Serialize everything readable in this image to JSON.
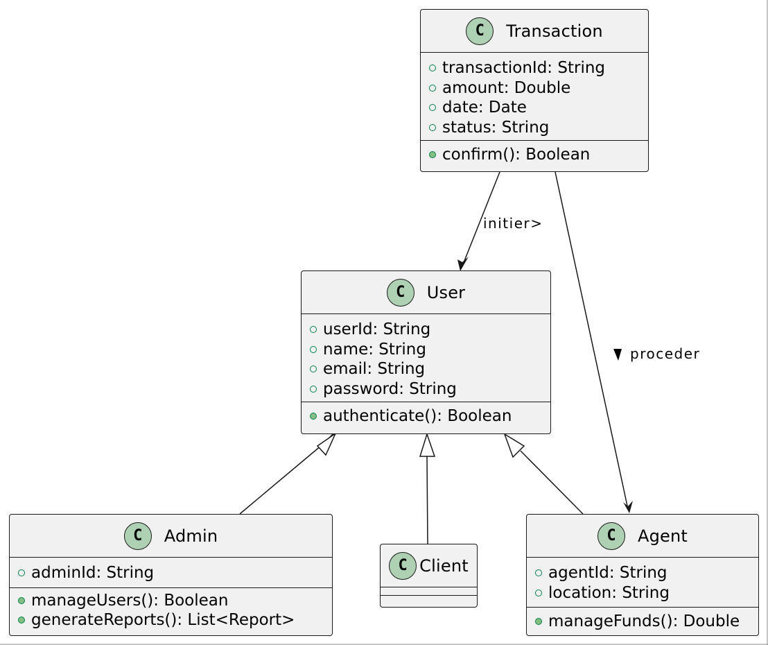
{
  "classes": {
    "transaction": {
      "name": "Transaction",
      "icon": "C",
      "fields": [
        "transactionId: String",
        "amount: Double",
        "date: Date",
        "status: String"
      ],
      "methods": [
        "confirm(): Boolean"
      ]
    },
    "user": {
      "name": "User",
      "icon": "C",
      "fields": [
        "userId: String",
        "name: String",
        "email: String",
        "password: String"
      ],
      "methods": [
        "authenticate(): Boolean"
      ]
    },
    "admin": {
      "name": "Admin",
      "icon": "C",
      "fields": [
        "adminId: String"
      ],
      "methods": [
        "manageUsers(): Boolean",
        "generateReports(): List<Report>"
      ]
    },
    "client": {
      "name": "Client",
      "icon": "C",
      "fields": [],
      "methods": []
    },
    "agent": {
      "name": "Agent",
      "icon": "C",
      "fields": [
        "agentId: String",
        "location: String"
      ],
      "methods": [
        "manageFunds(): Double"
      ]
    }
  },
  "relations": {
    "initier": {
      "label": "initier>"
    },
    "proceder": {
      "label": "proceder"
    }
  },
  "colors": {
    "box_fill": "#f1f1f1",
    "border": "#181818",
    "icon_fill": "#add1b2",
    "visibility_green": "#038048",
    "method_dot_fill": "#84be84"
  }
}
